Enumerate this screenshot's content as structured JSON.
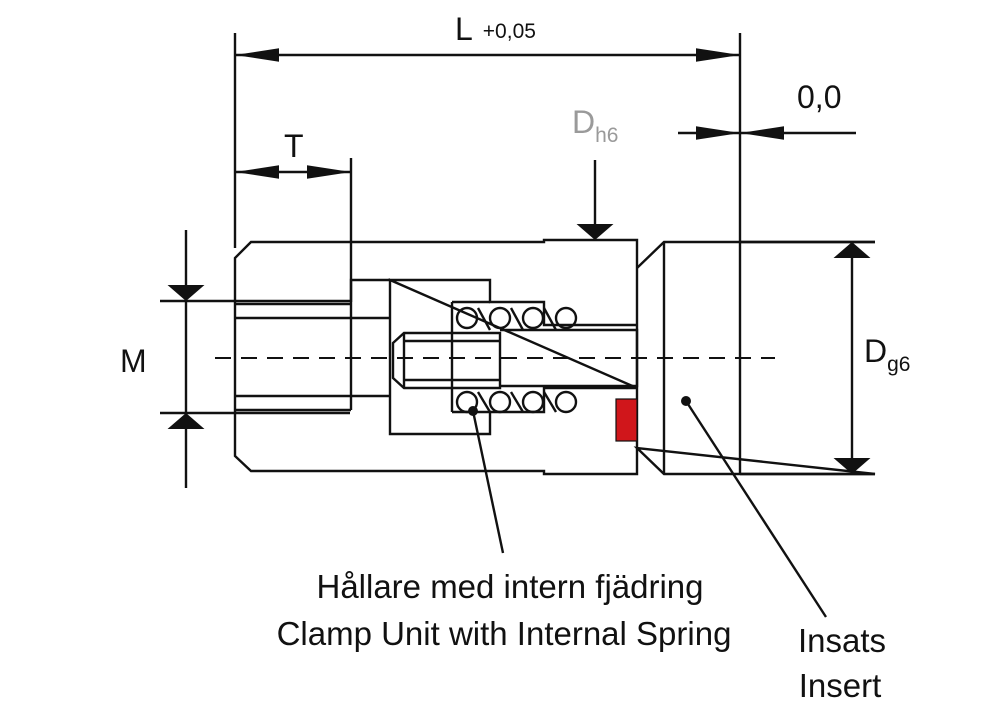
{
  "dimensions": {
    "length": {
      "symbol": "L",
      "tolerance": "+0,05"
    },
    "thread_depth": {
      "symbol": "T"
    },
    "offset": {
      "value": "0,0"
    },
    "holder_diameter": {
      "symbol": "D",
      "subscript": "h6"
    },
    "insert_diameter": {
      "symbol": "D",
      "subscript": "g6"
    },
    "thread": {
      "symbol": "M"
    }
  },
  "callouts": {
    "clamp_unit": {
      "line1": "Hållare med intern fjädring",
      "line2": "Clamp Unit with Internal Spring"
    },
    "insert": {
      "line1": "Insats",
      "line2": "Insert"
    }
  },
  "colors": {
    "line": "#111111",
    "grey_label": "#9a9a9a",
    "seal": "#d0161b"
  }
}
